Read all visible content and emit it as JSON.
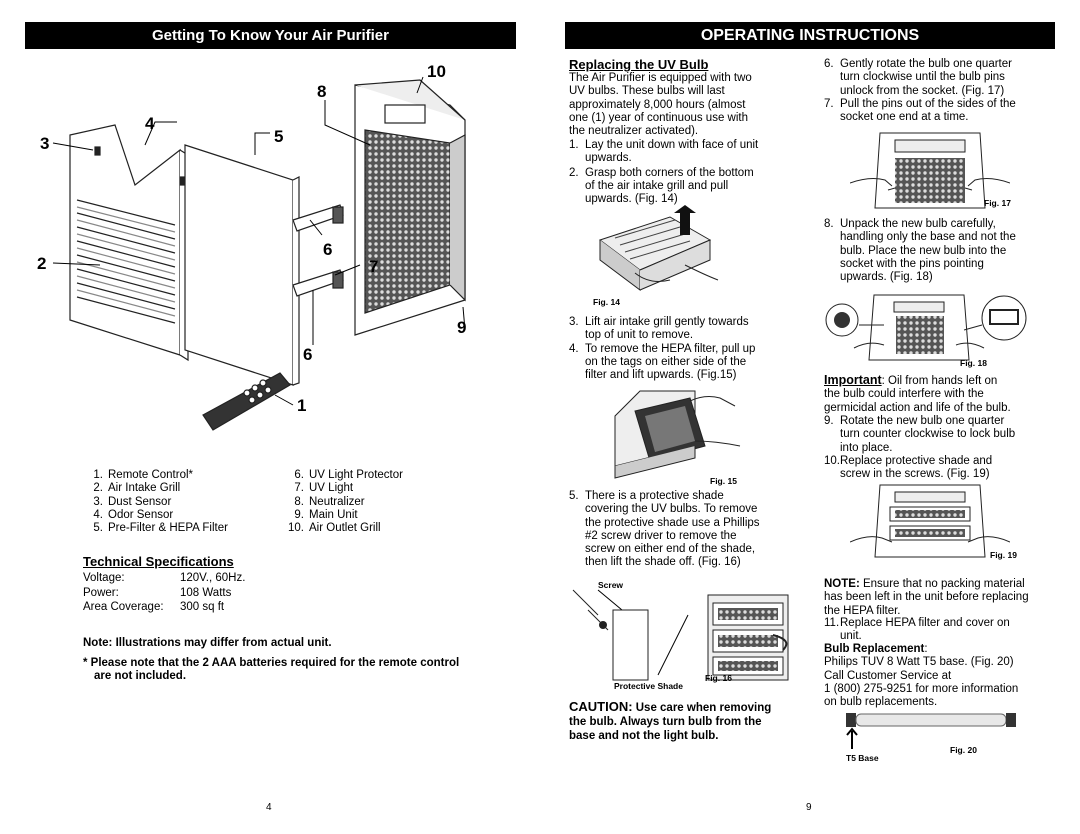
{
  "left": {
    "header": "Getting To Know Your Air Purifier",
    "callouts": [
      "10",
      "8",
      "4",
      "3",
      "5",
      "2",
      "6",
      "7",
      "9",
      "6",
      "1"
    ],
    "parts_col1": [
      {
        "num": "1.",
        "label": "Remote Control*"
      },
      {
        "num": "2.",
        "label": "Air Intake Grill"
      },
      {
        "num": "3.",
        "label": "Dust Sensor"
      },
      {
        "num": "4.",
        "label": "Odor Sensor"
      },
      {
        "num": "5.",
        "label": "Pre-Filter & HEPA Filter"
      }
    ],
    "parts_col2": [
      {
        "num": "6.",
        "label": "UV Light Protector"
      },
      {
        "num": "7.",
        "label": "UV Light"
      },
      {
        "num": "8.",
        "label": "Neutralizer"
      },
      {
        "num": "9.",
        "label": "Main Unit"
      },
      {
        "num": "10.",
        "label": "Air Outlet Grill"
      }
    ],
    "tech_title": "Technical Specifications",
    "specs": [
      {
        "k": "Voltage:",
        "v": "120V., 60Hz."
      },
      {
        "k": "Power:",
        "v": "108 Watts"
      },
      {
        "k": "Area Coverage:",
        "v": "300 sq ft"
      }
    ],
    "note": "Note: Illustrations may differ from actual unit.",
    "battery_note_1": "* Please note that the 2 AAA batteries required for the remote control",
    "battery_note_2": "are not included.",
    "page_num": "4"
  },
  "right": {
    "header": "OPERATING INSTRUCTIONS",
    "uv_title": "Replacing the UV Bulb",
    "intro": [
      "The Air Purifier is equipped with two",
      "UV bulbs. These bulbs will last",
      "approximately 8,000 hours (almost",
      "one (1) year of continuous use with",
      "the neutralizer activated)."
    ],
    "step1": {
      "num": "1.",
      "lines": [
        "Lay the unit down with face of unit",
        "upwards."
      ]
    },
    "step2": {
      "num": "2.",
      "lines": [
        "Grasp both corners of the bottom",
        "of the air intake grill and pull",
        "upwards. (Fig. 14)"
      ]
    },
    "fig14": "Fig. 14",
    "step3": {
      "num": "3.",
      "lines": [
        "Lift air intake grill gently towards",
        "top of unit to remove."
      ]
    },
    "step4": {
      "num": "4.",
      "lines": [
        "To remove the HEPA filter, pull up",
        "on the tags on either side of the",
        "filter and lift upwards. (Fig.15)"
      ]
    },
    "fig15": "Fig. 15",
    "step5": {
      "num": "5.",
      "lines": [
        "There is a protective shade",
        "covering the UV bulbs. To remove",
        "the protective shade use a Phillips",
        "#2 screw driver to remove the",
        "screw on either end of the shade,",
        "then lift the shade off. (Fig. 16)"
      ]
    },
    "screw_label": "Screw",
    "shade_label": "Protective Shade",
    "fig16": "Fig. 16",
    "caution_word": "CAUTION:",
    "caution_l1": " Use care when removing",
    "caution_l2": "the bulb. Always turn bulb from the",
    "caution_l3": "base and not the light bulb.",
    "step6": {
      "num": "6.",
      "lines": [
        "Gently rotate the bulb one quarter",
        "turn clockwise until the bulb pins",
        "unlock from the socket. (Fig. 17)"
      ]
    },
    "step7": {
      "num": "7.",
      "lines": [
        "Pull the pins out of the sides of the",
        "socket one end at a time."
      ]
    },
    "fig17": "Fig. 17",
    "step8": {
      "num": "8.",
      "lines": [
        "Unpack the new bulb carefully,",
        "handling only the base and not the",
        "bulb. Place the new bulb into the",
        "socket with the pins pointing",
        "upwards. (Fig. 18)"
      ]
    },
    "fig18": "Fig. 18",
    "important_word": "Important",
    "important_l1": ": Oil from hands left on",
    "important_rest": [
      "the bulb could interfere with the",
      "germicidal action and life of the bulb."
    ],
    "step9": {
      "num": "9.",
      "lines": [
        "Rotate the new bulb one quarter",
        "turn counter clockwise to lock bulb",
        "into place."
      ]
    },
    "step10": {
      "num": "10.",
      "lines": [
        "Replace protective shade and",
        "screw in the screws. (Fig. 19)"
      ]
    },
    "fig19": "Fig. 19",
    "note_word": "NOTE:",
    "note_l1": " Ensure that no packing material",
    "note_rest": [
      "has been left in the unit before replacing",
      "the HEPA filter."
    ],
    "step11": {
      "num": "11.",
      "lines": [
        "Replace HEPA filter and cover on",
        "unit."
      ]
    },
    "bulb_title": "Bulb Replacement",
    "bulb_colon": ":",
    "bulb_lines": [
      "Philips TUV 8 Watt T5 base. (Fig. 20)",
      "Call Customer Service at",
      "1 (800) 275-9251 for more information",
      "on bulb replacements."
    ],
    "fig20": "Fig. 20",
    "t5_label": "T5 Base",
    "page_num": "9"
  }
}
